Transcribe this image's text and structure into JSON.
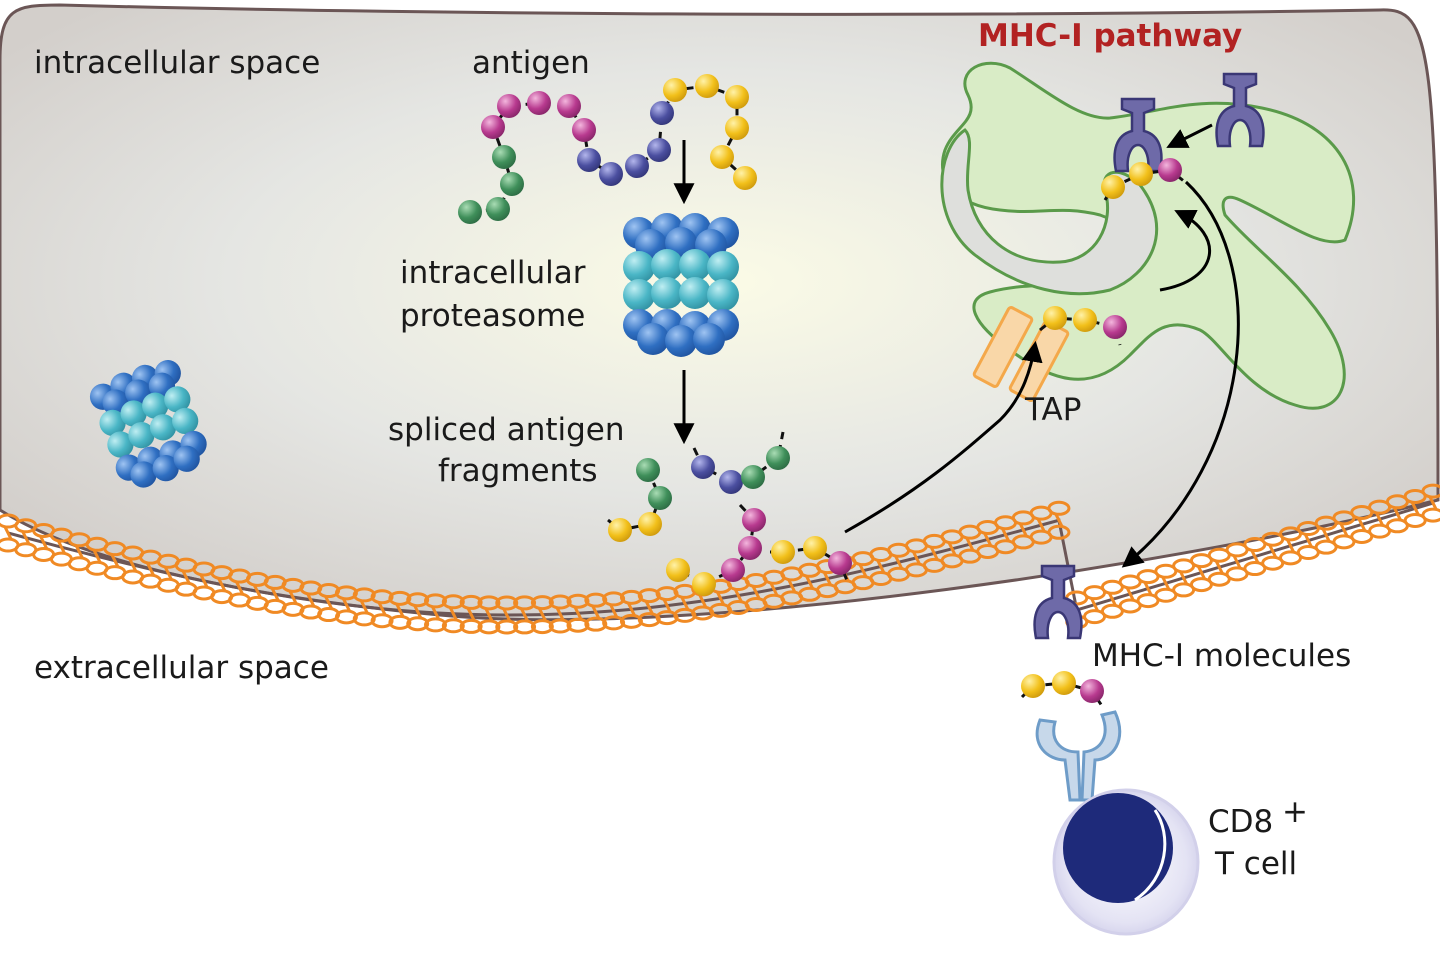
{
  "labels": {
    "intracellular_space": "intracellular space",
    "antigen": "antigen",
    "proteasome_line1": "intracellular",
    "proteasome_line2": "proteasome",
    "spliced_line1": "spliced antigen",
    "spliced_line2": "fragments",
    "pathway_title": "MHC-I pathway",
    "tap": "TAP",
    "extracellular_space": "extracellular space",
    "mhc_molecules": "MHC-I molecules",
    "tcell_line1": "CD8",
    "tcell_sup": "+",
    "tcell_line2": "T cell"
  },
  "colors": {
    "pathway_title": "#b22222",
    "cell_fill_center": "#fbfbe6",
    "cell_fill_edge": "#d9d6d2",
    "cell_outline": "#6b5656",
    "membrane": "#f08a24",
    "er_fill": "#d9ecc6",
    "er_outline": "#5a9a4a",
    "tap": "#f4a84a",
    "mhc": "#6e6aa8",
    "tcr": "#8fb3d6",
    "tcell": "#1e2a7a",
    "bead_magenta": "#b83a8f",
    "bead_green": "#3f8f5a",
    "bead_blue": "#4b4fa0",
    "bead_yellow": "#f2c01a",
    "proteasome_blue": "#2f6fc2",
    "proteasome_teal": "#4ab6c6"
  }
}
